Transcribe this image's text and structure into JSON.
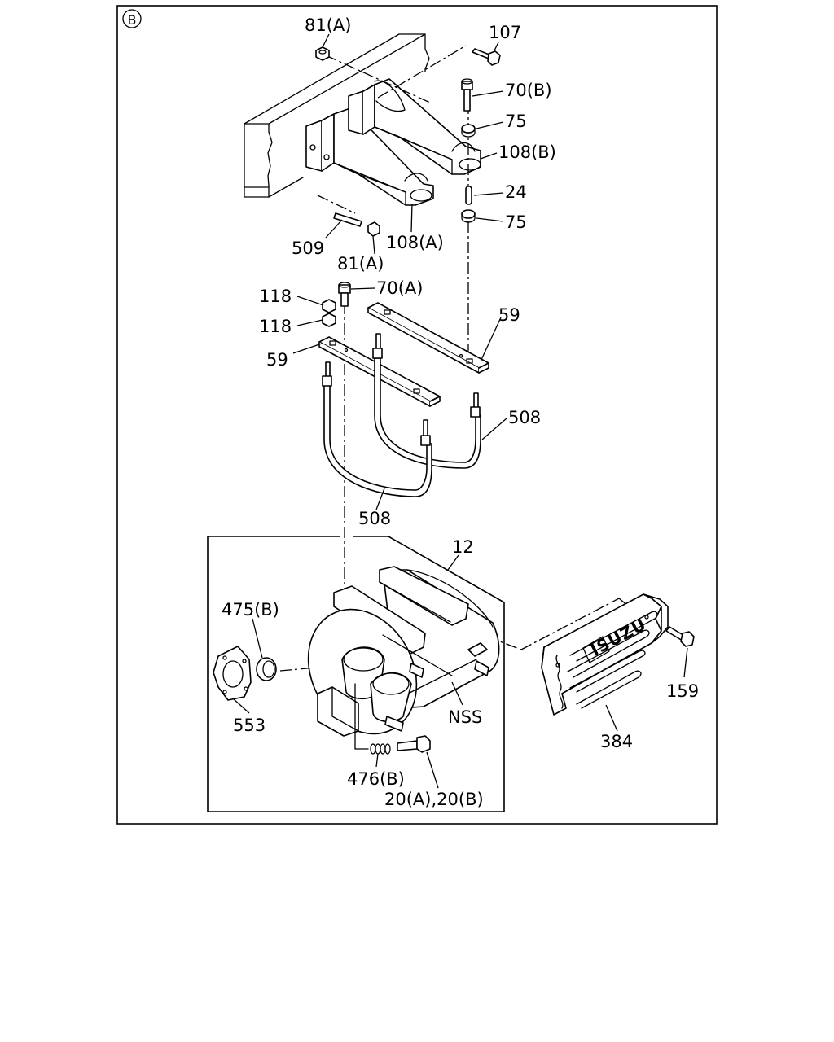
{
  "section_marker": "B",
  "logo_text": "ISUZU",
  "callouts": {
    "c81a_top": "81(A)",
    "c107": "107",
    "c70b": "70(B)",
    "c75_top": "75",
    "c108b": "108(B)",
    "c24": "24",
    "c75_bottom": "75",
    "c509": "509",
    "c108a": "108(A)",
    "c81a_bottom": "81(A)",
    "c118_top": "118",
    "c70a": "70(A)",
    "c118_bottom": "118",
    "c59_right": "59",
    "c59_left": "59",
    "c508_right": "508",
    "c508_bottom": "508",
    "c12": "12",
    "c475b": "475(B)",
    "c553": "553",
    "cnss": "NSS",
    "c476b": "476(B)",
    "c20": "20(A),20(B)",
    "c159": "159",
    "c384": "384"
  }
}
